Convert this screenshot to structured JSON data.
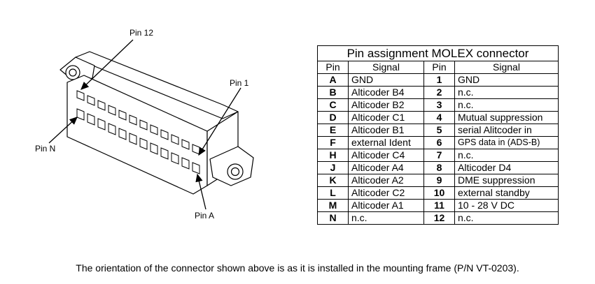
{
  "labels": {
    "pin12": "Pin 12",
    "pin1": "Pin 1",
    "pinN": "Pin N",
    "pinA": "Pin A"
  },
  "table": {
    "title": "Pin assignment MOLEX connector",
    "headers": [
      "Pin",
      "Signal",
      "Pin",
      "Signal"
    ],
    "rows": [
      {
        "pin_a": "A",
        "signal_a": "GND",
        "pin_b": "1",
        "signal_b": "GND"
      },
      {
        "pin_a": "B",
        "signal_a": "Alticoder B4",
        "pin_b": "2",
        "signal_b": "n.c."
      },
      {
        "pin_a": "C",
        "signal_a": "Alticoder B2",
        "pin_b": "3",
        "signal_b": "n.c."
      },
      {
        "pin_a": "D",
        "signal_a": "Alticoder C1",
        "pin_b": "4",
        "signal_b": "Mutual suppression"
      },
      {
        "pin_a": "E",
        "signal_a": "Alticoder B1",
        "pin_b": "5",
        "signal_b": "serial Alitcoder in"
      },
      {
        "pin_a": "F",
        "signal_a": "external Ident",
        "pin_b": "6",
        "signal_b": "GPS data in (ADS-B)"
      },
      {
        "pin_a": "H",
        "signal_a": "Alticoder C4",
        "pin_b": "7",
        "signal_b": "n.c."
      },
      {
        "pin_a": "J",
        "signal_a": "Alticoder A4",
        "pin_b": "8",
        "signal_b": "Alticoder D4"
      },
      {
        "pin_a": "K",
        "signal_a": "Alticoder A2",
        "pin_b": "9",
        "signal_b": "DME suppression"
      },
      {
        "pin_a": "L",
        "signal_a": "Alticoder C2",
        "pin_b": "10",
        "signal_b": "external standby"
      },
      {
        "pin_a": "M",
        "signal_a": "Alticoder A1",
        "pin_b": "11",
        "signal_b": "10 - 28 V DC"
      },
      {
        "pin_a": "N",
        "signal_a": "n.c.",
        "pin_b": "12",
        "signal_b": "n.c."
      }
    ]
  },
  "footer": "The orientation of the connector shown above is as it is installed in the mounting frame (P/N VT-0203)."
}
